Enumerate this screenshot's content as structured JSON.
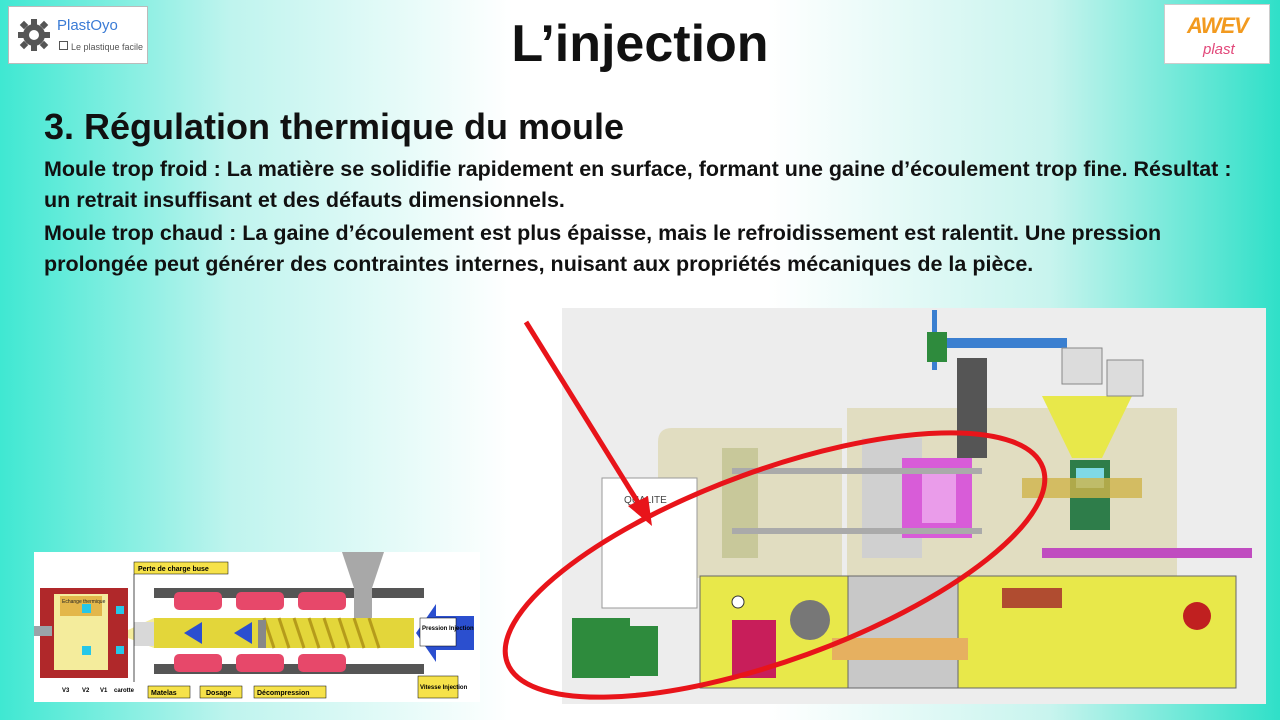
{
  "logos": {
    "left_brand_a": "Plast",
    "left_brand_b": "Oyo",
    "left_tagline": "Le plastique facile",
    "right_brand": "AWEV",
    "right_sub": "plast"
  },
  "title": "L’injection",
  "section": {
    "heading": "3. Régulation thermique du moule",
    "para1": "Moule trop froid : La matière se solidifie rapidement en surface, formant une gaine d’écoulement trop fine. Résultat : un retrait insuffisant et des défauts dimensionnels.",
    "para2": "Moule trop chaud : La gaine d’écoulement est plus épaisse, mais le refroidissement est ralentit. Une pression prolongée peut générer des contraintes internes, nuisant aux propriétés mécaniques de la pièce."
  },
  "diagram": {
    "perte": "Perte de charge buse",
    "echange": "Echange thermique",
    "pression": "Pression Injection",
    "vitesse": "Vitesse Injection",
    "v3": "V3",
    "v2": "V2",
    "v1": "V1",
    "carotte": "carotte",
    "matelas": "Matelas",
    "dosage": "Dosage",
    "decompression": "Décompression"
  },
  "machine": {
    "label": "QUALITE"
  },
  "colors": {
    "annotation_red": "#e8141a",
    "machine_yellow": "#e8e84a",
    "mold_magenta": "#d85cd8"
  }
}
